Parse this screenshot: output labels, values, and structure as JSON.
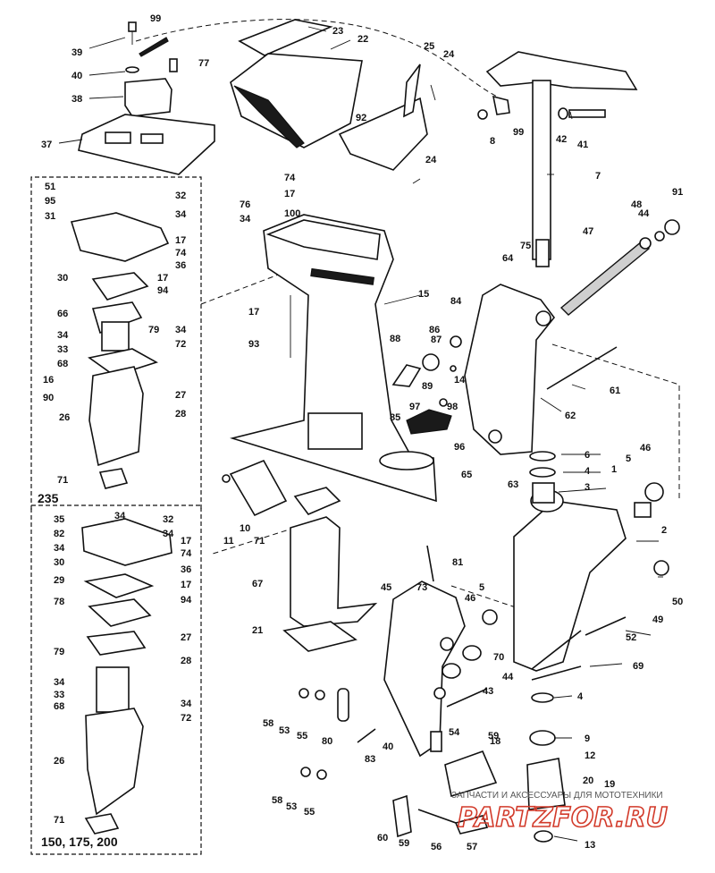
{
  "diagram": {
    "model_labels": {
      "upper_box": "235",
      "lower_box": "150, 175, 200"
    },
    "watermark": {
      "line1": "ЗАПЧАСТИ И АКСЕССУАРЫ ДЛЯ МОТОТЕХНИКИ",
      "line2": "PARTZFOR.RU"
    },
    "callouts": [
      {
        "id": "c99a",
        "text": "99"
      },
      {
        "id": "c39",
        "text": "39"
      },
      {
        "id": "c40a",
        "text": "40"
      },
      {
        "id": "c77",
        "text": "77"
      },
      {
        "id": "c38",
        "text": "38"
      },
      {
        "id": "c37",
        "text": "37"
      },
      {
        "id": "c23",
        "text": "23"
      },
      {
        "id": "c22",
        "text": "22"
      },
      {
        "id": "c25",
        "text": "25"
      },
      {
        "id": "c24a",
        "text": "24"
      },
      {
        "id": "c92",
        "text": "92"
      },
      {
        "id": "c24b",
        "text": "24"
      },
      {
        "id": "c8",
        "text": "8"
      },
      {
        "id": "c99b",
        "text": "99"
      },
      {
        "id": "c42",
        "text": "42"
      },
      {
        "id": "c41",
        "text": "41"
      },
      {
        "id": "c7",
        "text": "7"
      },
      {
        "id": "c51",
        "text": "51"
      },
      {
        "id": "c95",
        "text": "95"
      },
      {
        "id": "c31",
        "text": "31"
      },
      {
        "id": "c32a",
        "text": "32"
      },
      {
        "id": "c34a",
        "text": "34"
      },
      {
        "id": "c17a",
        "text": "17"
      },
      {
        "id": "c74a",
        "text": "74"
      },
      {
        "id": "c36a",
        "text": "36"
      },
      {
        "id": "c30a",
        "text": "30"
      },
      {
        "id": "c17b",
        "text": "17"
      },
      {
        "id": "c94a",
        "text": "94"
      },
      {
        "id": "c66",
        "text": "66"
      },
      {
        "id": "c34b",
        "text": "34"
      },
      {
        "id": "c33a",
        "text": "33"
      },
      {
        "id": "c68a",
        "text": "68"
      },
      {
        "id": "c79a",
        "text": "79"
      },
      {
        "id": "c34c",
        "text": "34"
      },
      {
        "id": "c72a",
        "text": "72"
      },
      {
        "id": "c16",
        "text": "16"
      },
      {
        "id": "c90",
        "text": "90"
      },
      {
        "id": "c27a",
        "text": "27"
      },
      {
        "id": "c28a",
        "text": "28"
      },
      {
        "id": "c26a",
        "text": "26"
      },
      {
        "id": "c71a",
        "text": "71"
      },
      {
        "id": "c74b",
        "text": "74"
      },
      {
        "id": "c76",
        "text": "76"
      },
      {
        "id": "c17c",
        "text": "17"
      },
      {
        "id": "c34d",
        "text": "34"
      },
      {
        "id": "c100",
        "text": "100"
      },
      {
        "id": "c15",
        "text": "15"
      },
      {
        "id": "c17d",
        "text": "17"
      },
      {
        "id": "c93",
        "text": "93"
      },
      {
        "id": "c91",
        "text": "91"
      },
      {
        "id": "c48",
        "text": "48"
      },
      {
        "id": "c44a",
        "text": "44"
      },
      {
        "id": "c47",
        "text": "47"
      },
      {
        "id": "c75",
        "text": "75"
      },
      {
        "id": "c64",
        "text": "64"
      },
      {
        "id": "c84",
        "text": "84"
      },
      {
        "id": "c86",
        "text": "86"
      },
      {
        "id": "c88",
        "text": "88"
      },
      {
        "id": "c87",
        "text": "87"
      },
      {
        "id": "c14",
        "text": "14"
      },
      {
        "id": "c89",
        "text": "89"
      },
      {
        "id": "c61",
        "text": "61"
      },
      {
        "id": "c85",
        "text": "85"
      },
      {
        "id": "c97",
        "text": "97"
      },
      {
        "id": "c98",
        "text": "98"
      },
      {
        "id": "c62",
        "text": "62"
      },
      {
        "id": "c96",
        "text": "96"
      },
      {
        "id": "c6",
        "text": "6"
      },
      {
        "id": "c46a",
        "text": "46"
      },
      {
        "id": "c4a",
        "text": "4"
      },
      {
        "id": "c1",
        "text": "1"
      },
      {
        "id": "c3",
        "text": "3"
      },
      {
        "id": "c5a",
        "text": "5"
      },
      {
        "id": "c65",
        "text": "65"
      },
      {
        "id": "c63",
        "text": "63"
      },
      {
        "id": "c2",
        "text": "2"
      },
      {
        "id": "c11",
        "text": "11"
      },
      {
        "id": "c10",
        "text": "10"
      },
      {
        "id": "c71b",
        "text": "71"
      },
      {
        "id": "c67",
        "text": "67"
      },
      {
        "id": "c21",
        "text": "21"
      },
      {
        "id": "c73",
        "text": "73"
      },
      {
        "id": "c81",
        "text": "81"
      },
      {
        "id": "c50",
        "text": "50"
      },
      {
        "id": "c45",
        "text": "45"
      },
      {
        "id": "c46b",
        "text": "46"
      },
      {
        "id": "c5b",
        "text": "5"
      },
      {
        "id": "c49",
        "text": "49"
      },
      {
        "id": "c52",
        "text": "52"
      },
      {
        "id": "c70",
        "text": "70"
      },
      {
        "id": "c44b",
        "text": "44"
      },
      {
        "id": "c69",
        "text": "69"
      },
      {
        "id": "c43",
        "text": "43"
      },
      {
        "id": "c4b",
        "text": "4"
      },
      {
        "id": "c58a",
        "text": "58"
      },
      {
        "id": "c53a",
        "text": "53"
      },
      {
        "id": "c55a",
        "text": "55"
      },
      {
        "id": "c80",
        "text": "80"
      },
      {
        "id": "c40b",
        "text": "40"
      },
      {
        "id": "c54",
        "text": "54"
      },
      {
        "id": "c59a",
        "text": "59"
      },
      {
        "id": "c9",
        "text": "9"
      },
      {
        "id": "c83",
        "text": "83"
      },
      {
        "id": "c18",
        "text": "18"
      },
      {
        "id": "c12",
        "text": "12"
      },
      {
        "id": "c19",
        "text": "19"
      },
      {
        "id": "c20",
        "text": "20"
      },
      {
        "id": "c58b",
        "text": "58"
      },
      {
        "id": "c53b",
        "text": "53"
      },
      {
        "id": "c55b",
        "text": "55"
      },
      {
        "id": "c60",
        "text": "60"
      },
      {
        "id": "c59b",
        "text": "59"
      },
      {
        "id": "c56",
        "text": "56"
      },
      {
        "id": "c57",
        "text": "57"
      },
      {
        "id": "c13",
        "text": "13"
      },
      {
        "id": "c35",
        "text": "35"
      },
      {
        "id": "c34e",
        "text": "34"
      },
      {
        "id": "c32b",
        "text": "32"
      },
      {
        "id": "c82",
        "text": "82"
      },
      {
        "id": "c34f",
        "text": "34"
      },
      {
        "id": "c34g",
        "text": "34"
      },
      {
        "id": "c17e",
        "text": "17"
      },
      {
        "id": "c74c",
        "text": "74"
      },
      {
        "id": "c30b",
        "text": "30"
      },
      {
        "id": "c36b",
        "text": "36"
      },
      {
        "id": "c29",
        "text": "29"
      },
      {
        "id": "c17f",
        "text": "17"
      },
      {
        "id": "c94b",
        "text": "94"
      },
      {
        "id": "c78",
        "text": "78"
      },
      {
        "id": "c27b",
        "text": "27"
      },
      {
        "id": "c79b",
        "text": "79"
      },
      {
        "id": "c28b",
        "text": "28"
      },
      {
        "id": "c34h",
        "text": "34"
      },
      {
        "id": "c33b",
        "text": "33"
      },
      {
        "id": "c68b",
        "text": "68"
      },
      {
        "id": "c34i",
        "text": "34"
      },
      {
        "id": "c72b",
        "text": "72"
      },
      {
        "id": "c26b",
        "text": "26"
      },
      {
        "id": "c71c",
        "text": "71"
      }
    ]
  }
}
